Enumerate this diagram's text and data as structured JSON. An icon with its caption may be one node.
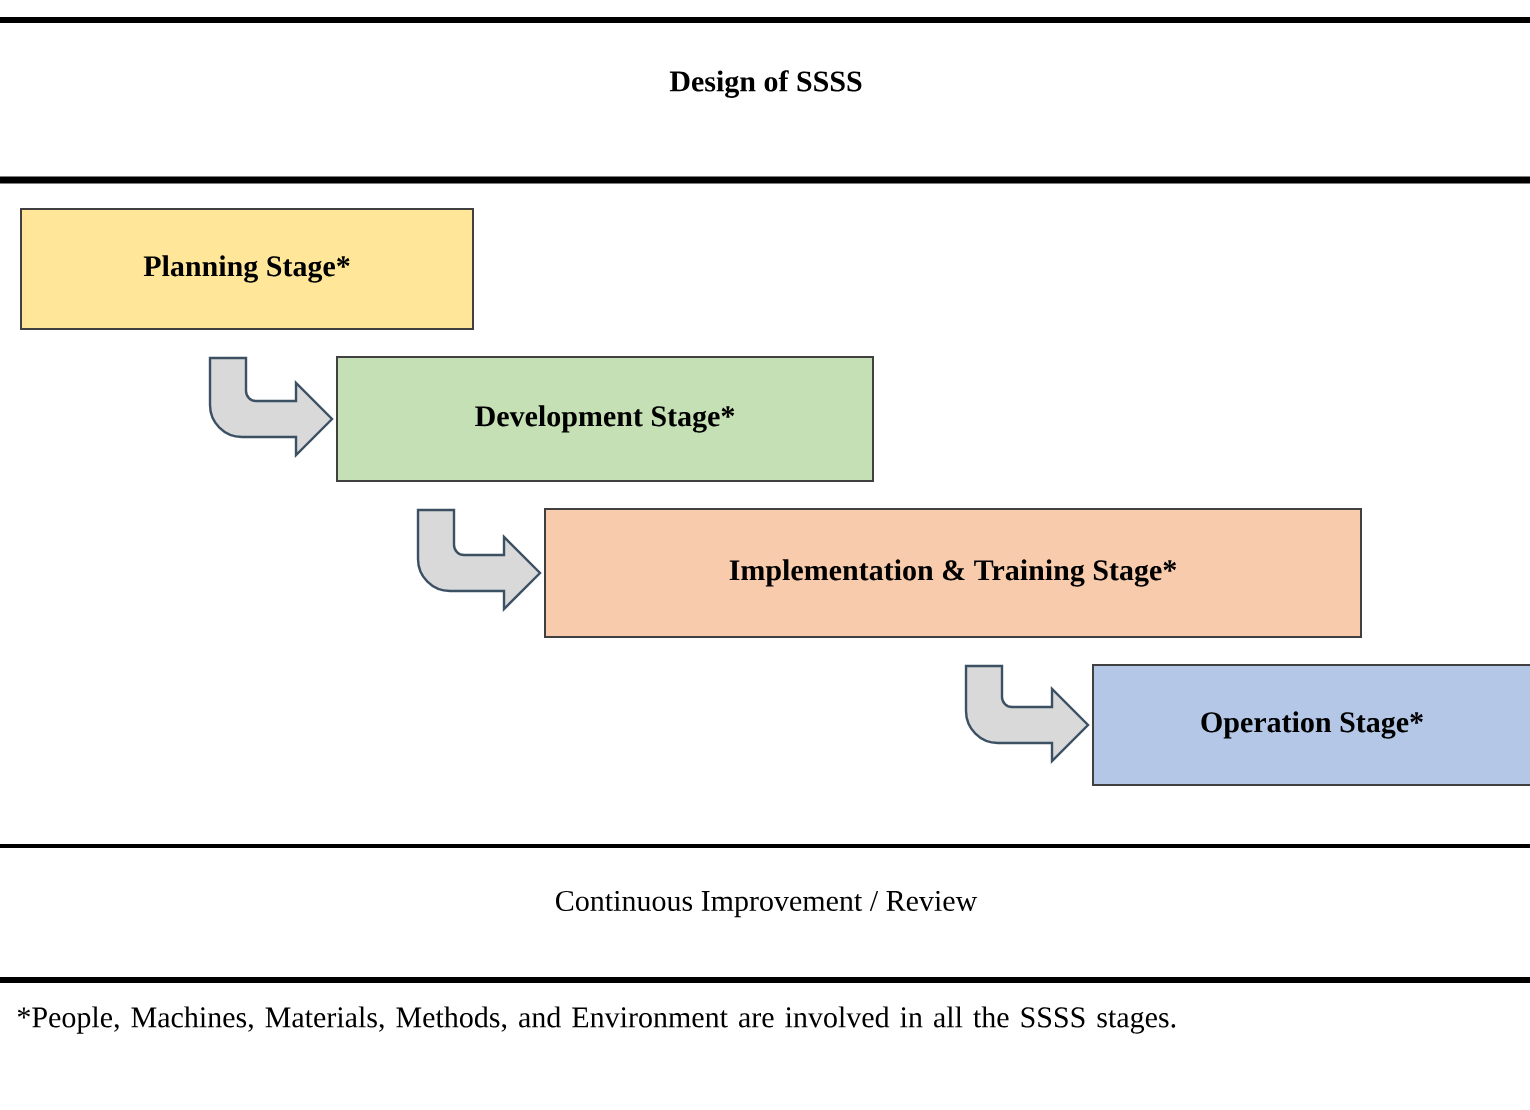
{
  "diagram": {
    "title": "Design of SSSS",
    "nodes": [
      {
        "text": [
          "Planning Stage*"
        ]
      },
      {
        "text": [
          "Development Stage*"
        ]
      },
      {
        "text": [
          "Implementation & Training Stage*"
        ]
      },
      {
        "text": [
          "Operation Stage*"
        ]
      }
    ],
    "edges": [
      {
        "from": 0,
        "to": 1,
        "arrow": "to"
      },
      {
        "from": 1,
        "to": 2,
        "arrow": "to"
      },
      {
        "from": 2,
        "to": 3,
        "arrow": "to"
      }
    ],
    "labels": [
      "Continuous Improvement / Review",
      "*People, Machines, Materials, Methods, and Environment are involved in all the SSSS stages."
    ]
  }
}
